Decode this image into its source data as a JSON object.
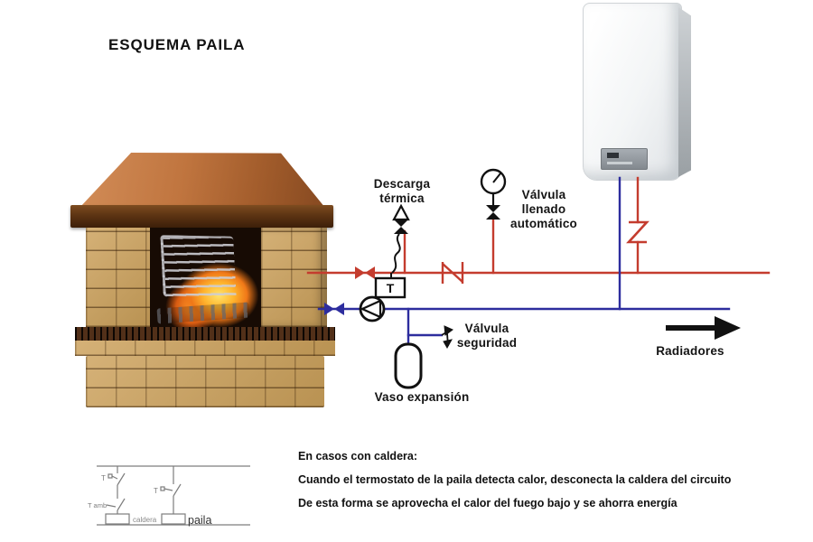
{
  "title": "ESQUEMA PAILA",
  "schematic": {
    "labels": {
      "descarga_termica": "Descarga\ntérmica",
      "valvula_llenado": "Válvula\nllenado\nautomático",
      "valvula_seguridad": "Válvula\nseguridad",
      "vaso_expansion": "Vaso expansión",
      "radiadores": "Radiadores",
      "thermostat": "T"
    },
    "colors": {
      "hot_pipe": "#c43c2e",
      "cold_pipe": "#2d2d9e",
      "symbols": "#111111"
    }
  },
  "relay_circuit": {
    "switch_top_left": "T",
    "switch_ambient": "T amb",
    "switch_right": "T",
    "coil_left": "caldera",
    "coil_right": "paila"
  },
  "notes": {
    "heading": "En casos con caldera:",
    "line2": "Cuando el termostato de la paila detecta calor, desconecta la caldera del circuito",
    "line3": "De esta forma se aprovecha el calor del fuego bajo y se ahorra energía"
  }
}
